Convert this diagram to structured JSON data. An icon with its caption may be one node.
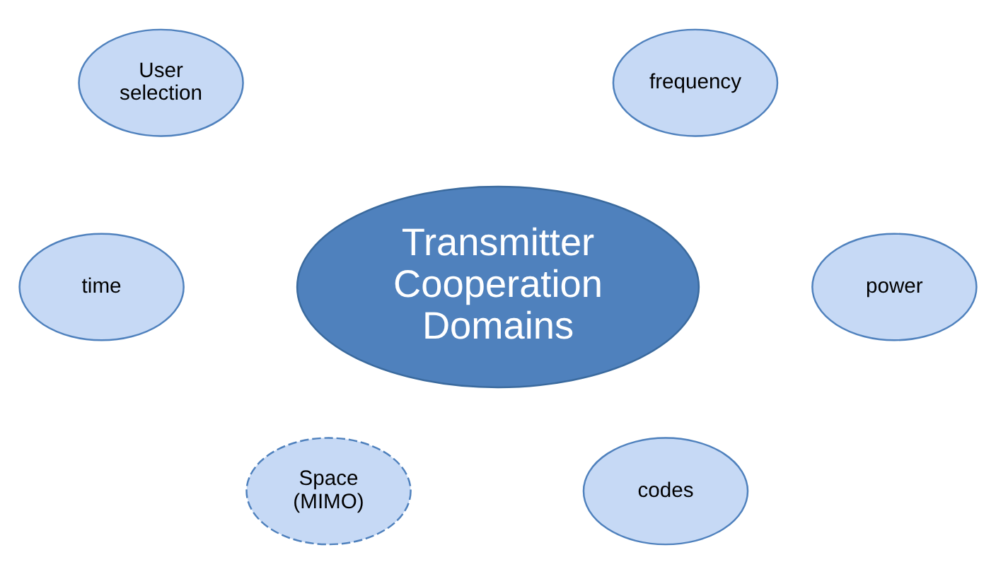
{
  "diagram": {
    "nodes": [
      {
        "text": [
          "User selection"
        ]
      },
      {
        "text": [
          "frequency"
        ]
      },
      {
        "text": [
          "time"
        ]
      },
      {
        "text": [
          "Transmitter Cooperation Domains"
        ]
      },
      {
        "text": [
          "power"
        ]
      },
      {
        "text": [
          "Space (MIMO)"
        ]
      },
      {
        "text": [
          "codes"
        ]
      }
    ]
  }
}
